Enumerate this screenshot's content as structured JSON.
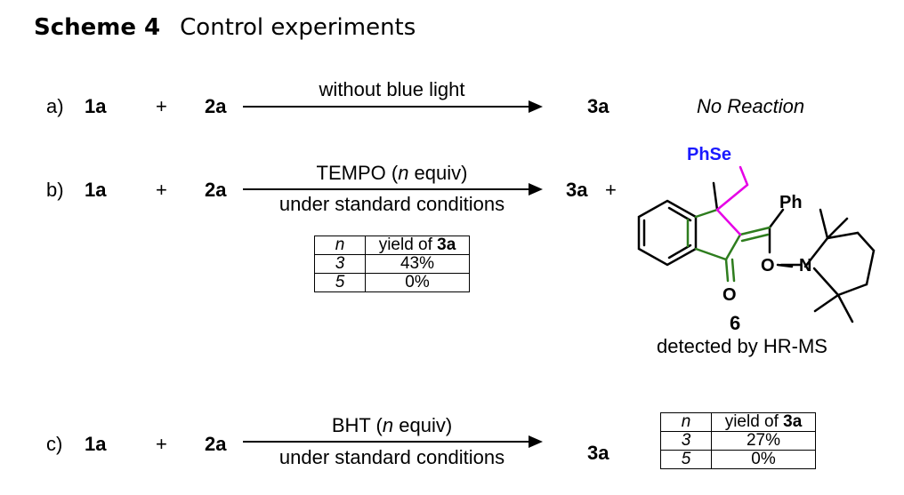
{
  "scheme": {
    "label": "Scheme 4",
    "caption": "Control experiments"
  },
  "rows": {
    "a": {
      "tag": "a)",
      "reactant1": "1a",
      "plus": "+",
      "reactant2": "2a",
      "cond_top": "without blue light",
      "product": "3a",
      "result": "No Reaction"
    },
    "b": {
      "tag": "b)",
      "reactant1": "1a",
      "plus": "+",
      "reactant2": "2a",
      "cond_top_pre": "TEMPO (",
      "cond_top_var": "n",
      "cond_top_post": " equiv)",
      "cond_bottom": "under standard conditions",
      "product": "3a",
      "plus2": "+",
      "table": {
        "h_n": "n",
        "h_yield": "yield of ",
        "h_product": "3a",
        "rows": [
          {
            "n": "3",
            "yield": "43%"
          },
          {
            "n": "5",
            "yield": "0%"
          }
        ]
      }
    },
    "c": {
      "tag": "c)",
      "reactant1": "1a",
      "plus": "+",
      "reactant2": "2a",
      "cond_top_pre": "BHT (",
      "cond_top_var": "n",
      "cond_top_post": " equiv)",
      "cond_bottom": "under standard conditions",
      "product": "3a",
      "table": {
        "h_n": "n",
        "h_yield": "yield of ",
        "h_product": "3a",
        "rows": [
          {
            "n": "3",
            "yield": "27%"
          },
          {
            "n": "5",
            "yield": "0%"
          }
        ]
      }
    }
  },
  "structure": {
    "phse": "PhSe",
    "ph": "Ph",
    "o_ring": "O",
    "n_atom": "N",
    "o_carbonyl": "O",
    "compound_id": "6",
    "note": "detected by HR-MS",
    "colors": {
      "phse": "#1a1aff",
      "ch2_bond": "#e600e6",
      "ring_bonds": "#2e7d1e"
    }
  }
}
